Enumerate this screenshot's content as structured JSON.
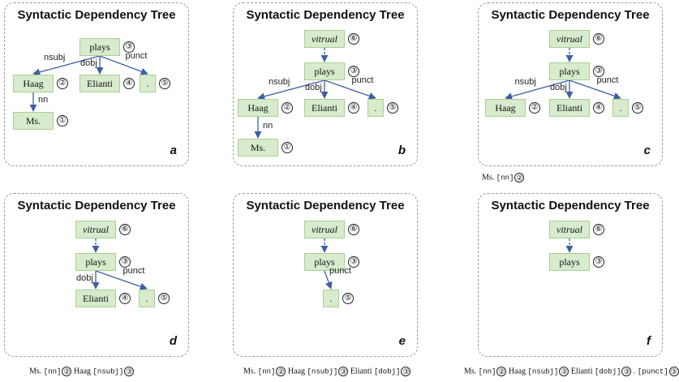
{
  "panels": [
    {
      "id": "a",
      "title": "Syntactic Dependency Tree",
      "label": "a",
      "nodes": [
        {
          "key": "plays",
          "text": "plays",
          "num": "③",
          "virtual": false
        },
        {
          "key": "haag",
          "text": "Haag",
          "num": "②",
          "virtual": false
        },
        {
          "key": "elianti",
          "text": "Elianti",
          "num": "④",
          "virtual": false
        },
        {
          "key": "dot",
          "text": ".",
          "num": "⑤",
          "virtual": false
        },
        {
          "key": "ms",
          "text": "Ms.",
          "num": "①",
          "virtual": false
        }
      ],
      "edges": [
        {
          "from": "plays",
          "to": "haag",
          "label": "nsubj",
          "dashed": false
        },
        {
          "from": "plays",
          "to": "elianti",
          "label": "dobj",
          "dashed": false
        },
        {
          "from": "plays",
          "to": "dot",
          "label": "punct",
          "dashed": false
        },
        {
          "from": "haag",
          "to": "ms",
          "label": "nn",
          "dashed": false
        }
      ]
    },
    {
      "id": "b",
      "title": "Syntactic Dependency Tree",
      "label": "b",
      "nodes": [
        {
          "key": "virtual",
          "text": "vitrual",
          "num": "⑥",
          "virtual": true
        },
        {
          "key": "plays",
          "text": "plays",
          "num": "③",
          "virtual": false
        },
        {
          "key": "haag",
          "text": "Haag",
          "num": "②",
          "virtual": false
        },
        {
          "key": "elianti",
          "text": "Elianti",
          "num": "④",
          "virtual": false
        },
        {
          "key": "dot",
          "text": ".",
          "num": "⑤",
          "virtual": false
        },
        {
          "key": "ms",
          "text": "Ms.",
          "num": "①",
          "virtual": false
        }
      ],
      "edges": [
        {
          "from": "virtual",
          "to": "plays",
          "label": "",
          "dashed": true
        },
        {
          "from": "plays",
          "to": "haag",
          "label": "nsubj",
          "dashed": false
        },
        {
          "from": "plays",
          "to": "elianti",
          "label": "dobj",
          "dashed": false
        },
        {
          "from": "plays",
          "to": "dot",
          "label": "punct",
          "dashed": false
        },
        {
          "from": "haag",
          "to": "ms",
          "label": "nn",
          "dashed": false
        }
      ]
    },
    {
      "id": "c",
      "title": "Syntactic Dependency Tree",
      "label": "c",
      "nodes": [
        {
          "key": "virtual",
          "text": "vitrual",
          "num": "⑥",
          "virtual": true
        },
        {
          "key": "plays",
          "text": "plays",
          "num": "③",
          "virtual": false
        },
        {
          "key": "haag",
          "text": "Haag",
          "num": "②",
          "virtual": false
        },
        {
          "key": "elianti",
          "text": "Elianti",
          "num": "④",
          "virtual": false
        },
        {
          "key": "dot",
          "text": ".",
          "num": "⑤",
          "virtual": false
        }
      ],
      "edges": [
        {
          "from": "virtual",
          "to": "plays",
          "label": "",
          "dashed": true
        },
        {
          "from": "plays",
          "to": "haag",
          "label": "nsubj",
          "dashed": false
        },
        {
          "from": "plays",
          "to": "elianti",
          "label": "dobj",
          "dashed": false
        },
        {
          "from": "plays",
          "to": "dot",
          "label": "punct",
          "dashed": false
        }
      ]
    },
    {
      "id": "d",
      "title": "Syntactic Dependency Tree",
      "label": "d",
      "nodes": [
        {
          "key": "virtual",
          "text": "vitrual",
          "num": "⑥",
          "virtual": true
        },
        {
          "key": "plays",
          "text": "plays",
          "num": "③",
          "virtual": false
        },
        {
          "key": "elianti",
          "text": "Elianti",
          "num": "④",
          "virtual": false
        },
        {
          "key": "dot",
          "text": ".",
          "num": "⑤",
          "virtual": false
        }
      ],
      "edges": [
        {
          "from": "virtual",
          "to": "plays",
          "label": "",
          "dashed": true
        },
        {
          "from": "plays",
          "to": "elianti",
          "label": "dobj",
          "dashed": false
        },
        {
          "from": "plays",
          "to": "dot",
          "label": "punct",
          "dashed": false
        }
      ]
    },
    {
      "id": "e",
      "title": "Syntactic Dependency Tree",
      "label": "e",
      "nodes": [
        {
          "key": "virtual",
          "text": "vitrual",
          "num": "⑥",
          "virtual": true
        },
        {
          "key": "plays",
          "text": "plays",
          "num": "③",
          "virtual": false
        },
        {
          "key": "dot",
          "text": ".",
          "num": "⑤",
          "virtual": false
        }
      ],
      "edges": [
        {
          "from": "virtual",
          "to": "plays",
          "label": "",
          "dashed": true
        },
        {
          "from": "plays",
          "to": "dot",
          "label": "punct",
          "dashed": false
        }
      ]
    },
    {
      "id": "f",
      "title": "Syntactic Dependency Tree",
      "label": "f",
      "nodes": [
        {
          "key": "virtual",
          "text": "vitrual",
          "num": "⑥",
          "virtual": true
        },
        {
          "key": "plays",
          "text": "plays",
          "num": "③",
          "virtual": false
        }
      ],
      "edges": [
        {
          "from": "virtual",
          "to": "plays",
          "label": "",
          "dashed": true
        }
      ]
    }
  ],
  "sequences": [
    {
      "id": "c",
      "items": [
        {
          "word": "Ms.",
          "rel": "[nn]",
          "num": "②",
          "sep": ""
        }
      ]
    },
    {
      "id": "d",
      "items": [
        {
          "word": "Ms.",
          "rel": "[nn]",
          "num": "②",
          "sep": ""
        },
        {
          "word": "Haag",
          "rel": "[nsubj]",
          "num": "③",
          "sep": ""
        }
      ]
    },
    {
      "id": "e",
      "items": [
        {
          "word": "Ms.",
          "rel": "[nn]",
          "num": "②",
          "sep": ""
        },
        {
          "word": "Haag",
          "rel": "[nsubj]",
          "num": "③",
          "sep": ""
        },
        {
          "word": "Elianti",
          "rel": "[dobj]",
          "num": "③",
          "sep": ""
        }
      ]
    },
    {
      "id": "f",
      "items": [
        {
          "word": "Ms.",
          "rel": "[nn]",
          "num": "②",
          "sep": ""
        },
        {
          "word": "Haag",
          "rel": "[nsubj]",
          "num": "③",
          "sep": ""
        },
        {
          "word": "Elianti",
          "rel": "[dobj]",
          "num": "③",
          "sep": "."
        },
        {
          "word": "",
          "rel": "[punct]",
          "num": "③",
          "sep": ""
        }
      ]
    }
  ],
  "colors": {
    "node_fill": "#d8ebcd",
    "node_border": "#a9cf94",
    "edge": "#3d5fa6",
    "panel_border": "#9a9a9a"
  }
}
